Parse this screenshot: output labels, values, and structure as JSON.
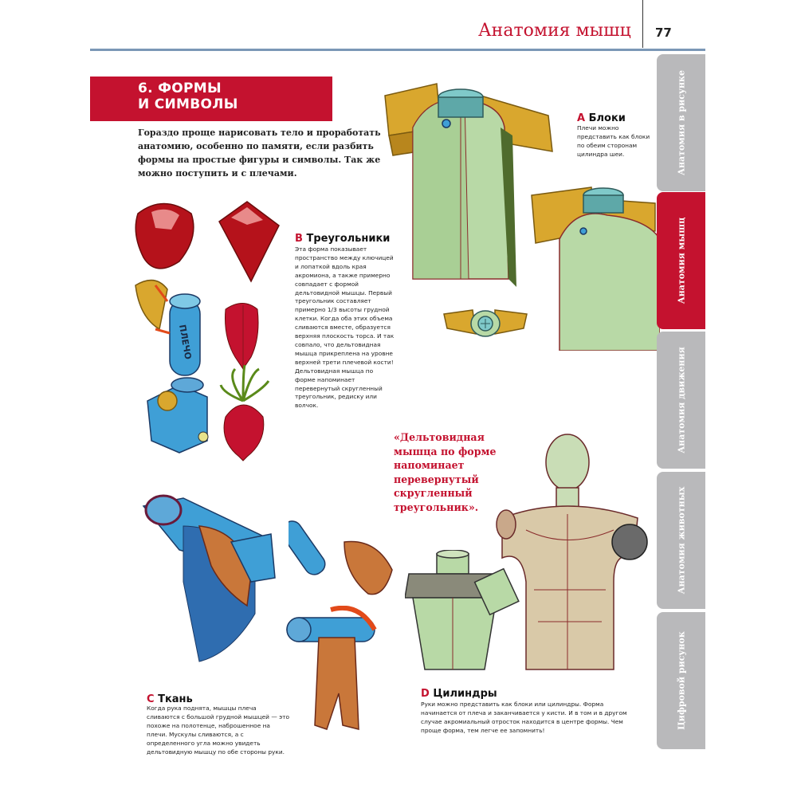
{
  "header": {
    "running_title": "Анатомия мышц",
    "page_number": "77"
  },
  "section": {
    "title_line1": "6. ФОРМЫ",
    "title_line2": "И СИМВОЛЫ",
    "intro": "Гораздо проще нарисовать тело и проработать анатомию, особенно по памяти, если разбить формы на простые фигуры и символы. Так же можно поступить и с плечами."
  },
  "captions": {
    "a": {
      "letter": "A",
      "title": "Блоки",
      "body": "Плечи можно представить как блоки по обеим сторонам цилиндра шеи."
    },
    "b": {
      "letter": "B",
      "title": "Треугольники",
      "body": "Эта форма показывает пространство между ключицей и лопаткой вдоль края акромиона, а также примерно совпадает с формой дельтовидной мышцы. Первый треугольник составляет примерно 1/3 высоты грудной клетки. Когда оба этих объема сливаются вместе, образуется верхняя плоскость торса. И так совпало, что дельтовидная мышца прикреплена на уровне верхней трети плечевой кости! Дельтовидная мышца по форме напоминает перевернутый скругленный треугольник, редиску или волчок."
    },
    "c": {
      "letter": "C",
      "title": "Ткань",
      "body": "Когда рука поднята, мышцы плеча сливаются с большой грудной мышцей — это похоже на полотенце, наброшенное на плечи. Мускулы сливаются, а с определенного угла можно увидеть дельтовидную мышцу по обе стороны руки."
    },
    "d": {
      "letter": "D",
      "title": "Цилиндры",
      "body": "Руки можно представить как блоки или цилиндры. Форма начинается от плеча и заканчивается у кисти. И в том и в другом случае акромиальный отросток находится в центре формы. Чем проще форма, тем легче ее запомнить!"
    }
  },
  "pull_quote": "«Дельтовидная мышца по форме напоминает перевернутый скругленный треугольник».",
  "illustration_labels": {
    "shoulder": "ПЛЕЧО"
  },
  "side_tabs": [
    {
      "label": "Анатомия в рисунке",
      "active": false
    },
    {
      "label": "Анатомия мышц",
      "active": true
    },
    {
      "label": "Анатомия движения",
      "active": false
    },
    {
      "label": "Анатомия животных",
      "active": false
    },
    {
      "label": "Цифровой рисунок",
      "active": false
    }
  ],
  "colors": {
    "accent_red": "#c4122f",
    "rule_blue": "#7b97b6",
    "tab_gray": "#b9b9bb",
    "block_yellow": "#d9a72e",
    "torso_green": "#b8d9a6",
    "arm_blue": "#3f9fd6",
    "skin_beige": "#d9c9a8"
  }
}
